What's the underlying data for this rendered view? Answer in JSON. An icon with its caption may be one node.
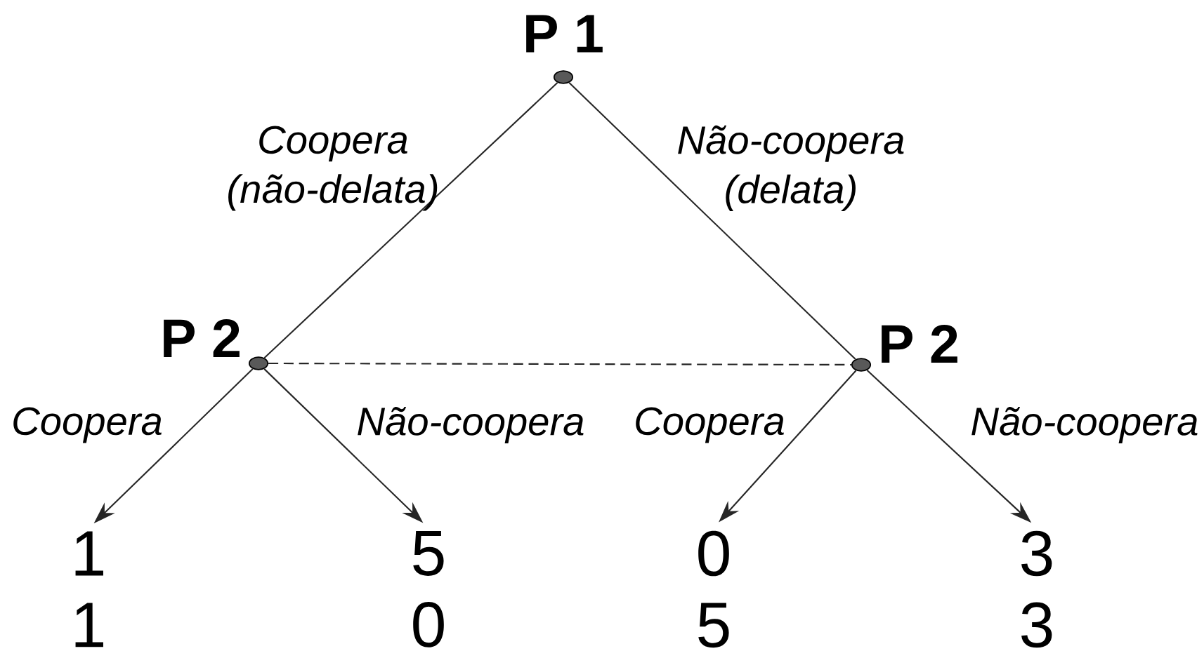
{
  "diagram": {
    "nodes": [
      {
        "text": [],
        "shape": "circle",
        "beside": [
          "P 1"
        ]
      },
      {
        "text": [],
        "shape": "circle",
        "beside": [
          "P 2"
        ]
      },
      {
        "text": [],
        "shape": "circle",
        "beside": [
          "P 2"
        ]
      },
      {
        "text": [
          "1",
          "1"
        ]
      },
      {
        "text": [
          "5",
          "0"
        ]
      },
      {
        "text": [
          "0",
          "5"
        ]
      },
      {
        "text": [
          "3",
          "3"
        ]
      }
    ],
    "edges": [
      {
        "from": 0,
        "to": 1,
        "arrow": "none",
        "label": "Coopera (não-delata)"
      },
      {
        "from": 0,
        "to": 2,
        "arrow": "none",
        "label": "Não-coopera (delata)"
      },
      {
        "from": 1,
        "to": 2,
        "arrow": "none",
        "style": "dashed"
      },
      {
        "from": 1,
        "to": 3,
        "arrow": "to",
        "label": "Coopera"
      },
      {
        "from": 1,
        "to": 4,
        "arrow": "to",
        "label": "Não-coopera"
      },
      {
        "from": 2,
        "to": 5,
        "arrow": "to",
        "label": "Coopera"
      },
      {
        "from": 2,
        "to": 6,
        "arrow": "to",
        "label": "Não-coopera"
      }
    ]
  }
}
